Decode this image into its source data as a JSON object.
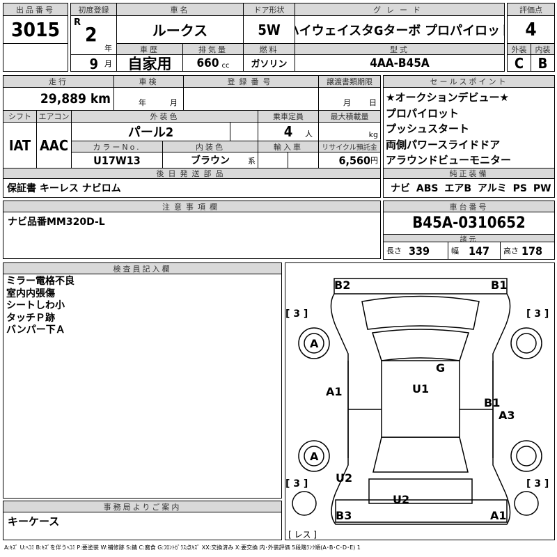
{
  "lot": {
    "label": "出品番号",
    "value": "3015"
  },
  "first_reg": {
    "label": "初度登録",
    "era": "R",
    "year": "2",
    "year_unit": "年",
    "month": "9",
    "month_unit": "月"
  },
  "car_name": {
    "label": "車名",
    "value": "ルークス"
  },
  "door": {
    "label": "ドア形状",
    "value": "5W"
  },
  "grade": {
    "label": "グレード",
    "value": "ハイウェイスタGターボ プロパイロット"
  },
  "history": {
    "label": "車歴",
    "value": "自家用"
  },
  "displacement": {
    "label": "排気量",
    "value": "660",
    "unit": "cc"
  },
  "fuel": {
    "label": "燃料",
    "value": "ガソリン"
  },
  "model": {
    "label": "型式",
    "value": "4AA-B45A"
  },
  "score": {
    "label": "評価点",
    "value": "4",
    "exterior_label": "外装",
    "interior_label": "内装",
    "exterior": "C",
    "interior": "B"
  },
  "mileage": {
    "label": "走行",
    "value": "29,889 km"
  },
  "inspection": {
    "label": "車検",
    "year_unit": "年",
    "month_unit": "月"
  },
  "reg_number": {
    "label": "登録番号"
  },
  "transfer": {
    "label": "譲渡書類期限",
    "month_unit": "月",
    "day_unit": "日"
  },
  "shift": {
    "label": "シフト",
    "value": "IAT"
  },
  "aircon": {
    "label": "エアコン",
    "value": "AAC"
  },
  "ext_color": {
    "label": "外装色",
    "value": "パール2"
  },
  "capacity": {
    "label": "乗車定員",
    "value": "4",
    "unit": "人"
  },
  "max_load": {
    "label": "最大積載量",
    "unit": "kg"
  },
  "color_no": {
    "label": "カラーNo.",
    "value": "U17W13"
  },
  "int_color": {
    "label": "内装色",
    "value": "ブラウン",
    "suffix": "系"
  },
  "import": {
    "label": "輸入車"
  },
  "recycle": {
    "label": "リサイクル預託金",
    "value": "6,560",
    "unit": "円"
  },
  "later_parts": {
    "label": "後日発送部品",
    "value": "保証書 キーレス ナビロム"
  },
  "sales_points": {
    "label": "セールスポイント",
    "items": [
      "★オークションデビュー★",
      "プロパイロット",
      "プッシュスタート",
      "両側パワースライドドア",
      "アラウンドビューモニター"
    ]
  },
  "equipment": {
    "label": "純正装備",
    "value": "ナビ ABS エアB アルミ PS PW"
  },
  "notes": {
    "label": "注意事項欄",
    "value": "ナビ品番MM320D-L"
  },
  "chassis": {
    "label": "車台番号",
    "value": "B45A-0310652"
  },
  "specs": {
    "label": "諸元",
    "length_label": "長さ",
    "length": "339",
    "width_label": "幅",
    "width": "147",
    "height_label": "高さ",
    "height": "178"
  },
  "inspector": {
    "label": "検査員記入欄",
    "items": [
      "ミラー電格不良",
      "室内内張傷",
      "シートしわ小",
      "タッチＰ跡",
      "バンパー下Ａ"
    ]
  },
  "office": {
    "label": "事務局よりご案内",
    "value": "キーケース"
  },
  "diagram": {
    "marks": [
      "B2",
      "B1",
      "[ 3 ]",
      "[ 3 ]",
      "A",
      "G",
      "U1",
      "A1",
      "B1",
      "A3",
      "A",
      "[ 3 ]",
      "[ 3 ]",
      "U2",
      "U2",
      "B3",
      "A1",
      "[ レス ]"
    ]
  },
  "legend": "A:ｷｽﾞ U:ﾍｺﾐ B:ｷｽﾞを伴うﾍｺﾐ P:要塗装 W:補修跡 S:錆 C:腐食 G:ﾌﾛﾝﾄｶﾞﾗｽ点ｷｽﾞ XX:交換済み X:要交換 内･外装評価 5段階ﾗﾝｸ順(A･B･C･D･E) 1"
}
